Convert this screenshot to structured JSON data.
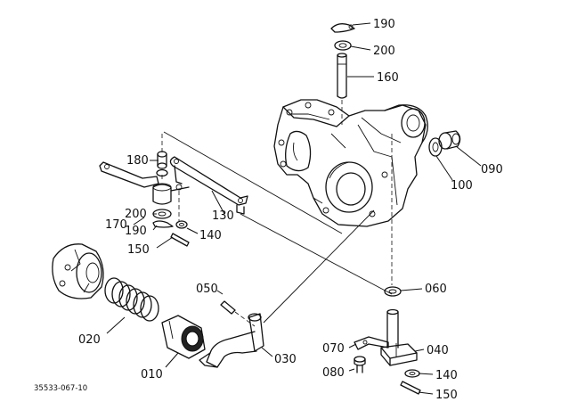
{
  "figure_code": "35533-067-10",
  "callouts": {
    "c190a": "190",
    "c200a": "200",
    "c160": "160",
    "c090": "090",
    "c100": "100",
    "c180": "180",
    "c130": "130",
    "c170": "170",
    "c200b": "200",
    "c190b": "190",
    "c140a": "140",
    "c150a": "150",
    "c050": "050",
    "c060": "060",
    "c020": "020",
    "c010": "010",
    "c030": "030",
    "c070": "070",
    "c040": "040",
    "c080": "080",
    "c140b": "140",
    "c150b": "150"
  }
}
